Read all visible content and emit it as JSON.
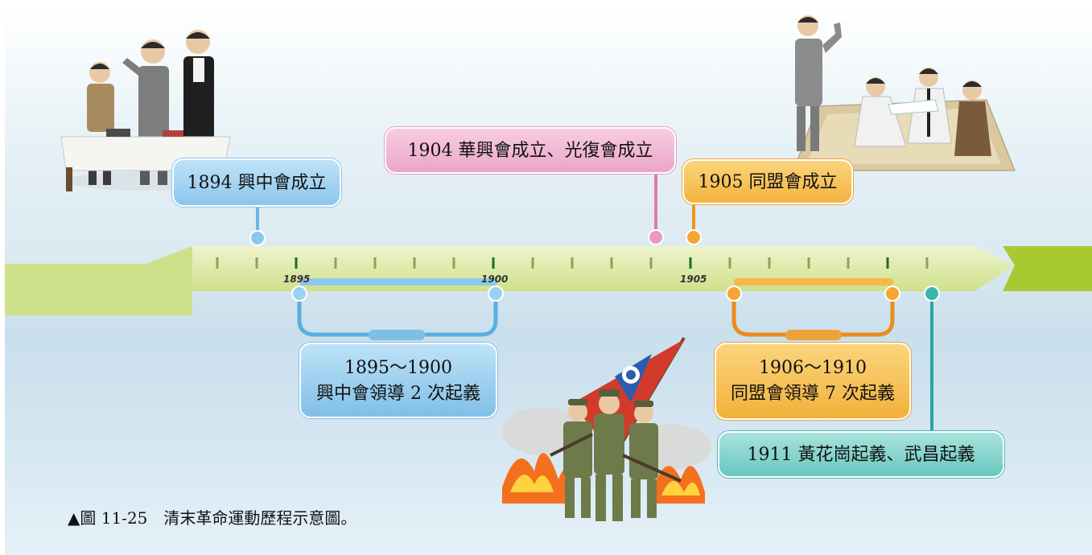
{
  "colors": {
    "arrow": "#dbe8a4",
    "arrow_tip": "#a9c933",
    "blue": "#7fbee6",
    "pink": "#e07aae",
    "orange": "#f0961e",
    "teal": "#29a6a0",
    "tick": "#8ca35c",
    "major_tick": "#1f6b2a"
  },
  "timeline": {
    "year_labels": [
      "1895",
      "1900",
      "1905"
    ]
  },
  "events": {
    "e1894": "1894 興中會成立",
    "e1904": "1904 華興會成立、光復會成立",
    "e1905": "1905 同盟會成立",
    "e1895_range": "1895～1900",
    "e1895_desc": "興中會領導 2 次起義",
    "e1906_range": "1906～1910",
    "e1906_desc": "同盟會領導 7 次起義",
    "e1911": "1911 黃花崗起義、武昌起義"
  },
  "caption": "▲圖 11-25　清末革命運動歷程示意圖。"
}
